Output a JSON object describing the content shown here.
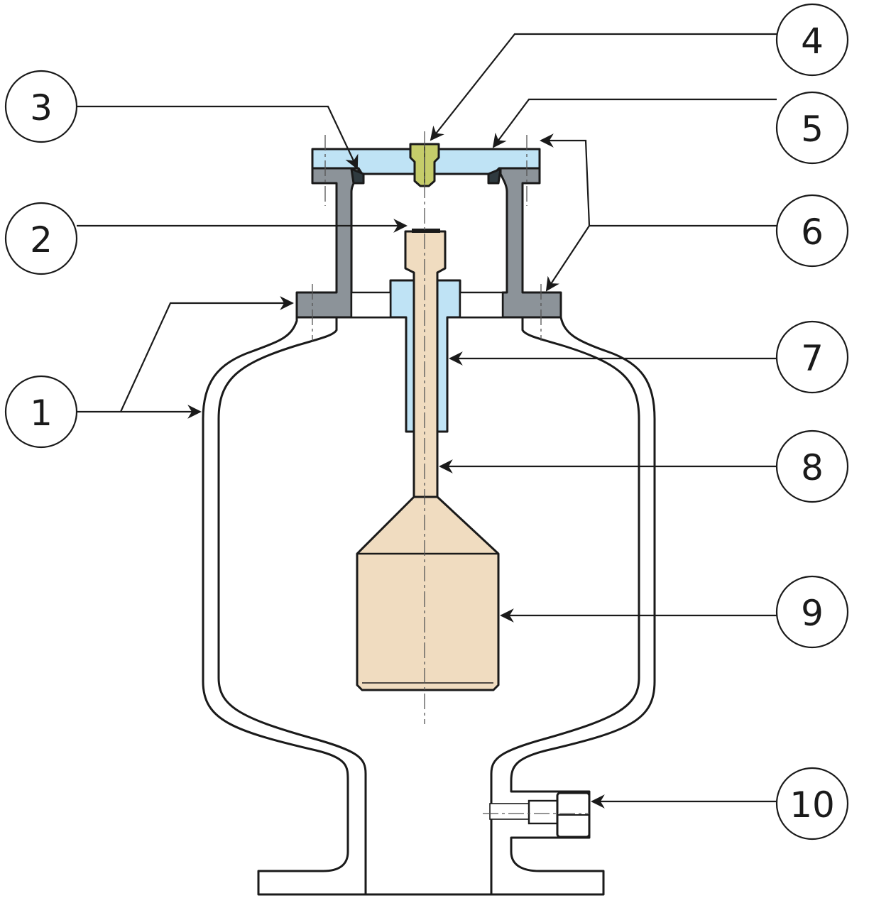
{
  "diagram": {
    "callouts": [
      {
        "id": "1",
        "label": "1"
      },
      {
        "id": "2",
        "label": "2"
      },
      {
        "id": "3",
        "label": "3"
      },
      {
        "id": "4",
        "label": "4"
      },
      {
        "id": "5",
        "label": "5"
      },
      {
        "id": "6",
        "label": "6"
      },
      {
        "id": "7",
        "label": "7"
      },
      {
        "id": "8",
        "label": "8"
      },
      {
        "id": "9",
        "label": "9"
      },
      {
        "id": "10",
        "label": "10"
      }
    ],
    "colors": {
      "body": "#ffffff",
      "flange": "#8c9399",
      "lid": "#bfe3f5",
      "guide": "#bfe3f5",
      "nozzle": "#c5cc6a",
      "weight": "#f0dcc0",
      "line": "#1a1a1a"
    }
  }
}
